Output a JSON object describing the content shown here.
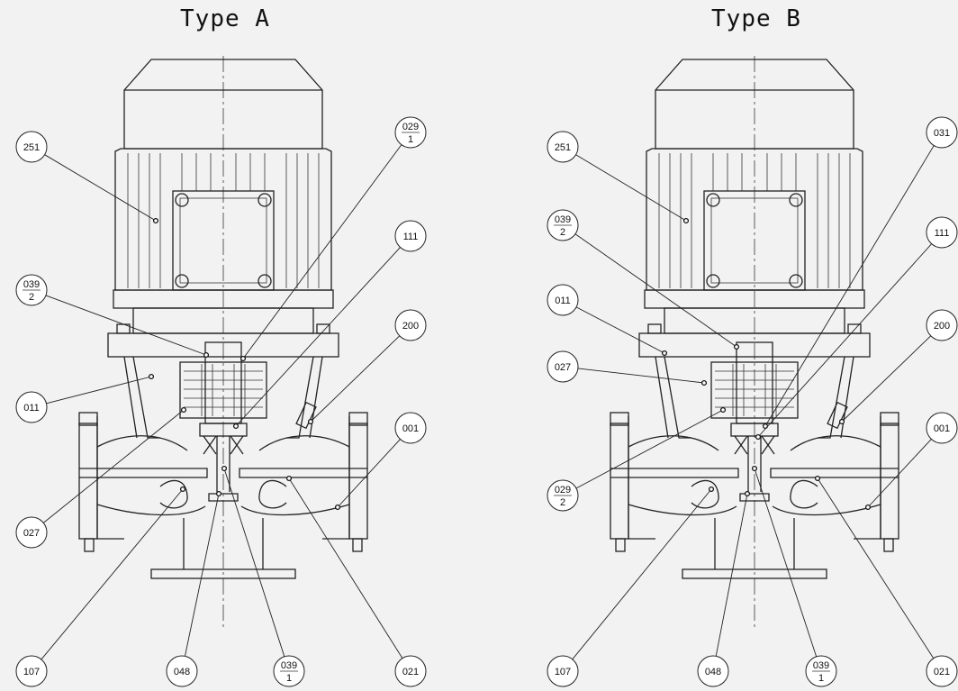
{
  "titles": {
    "type_a": "Type A",
    "type_b": "Type B"
  },
  "type_a": {
    "callouts": [
      {
        "key": "251",
        "label": "251"
      },
      {
        "key": "029-1",
        "num": "029",
        "den": "1"
      },
      {
        "key": "111",
        "label": "111"
      },
      {
        "key": "039-2",
        "num": "039",
        "den": "2"
      },
      {
        "key": "200",
        "label": "200"
      },
      {
        "key": "011",
        "label": "011"
      },
      {
        "key": "001",
        "label": "001"
      },
      {
        "key": "027",
        "label": "027"
      },
      {
        "key": "107",
        "label": "107"
      },
      {
        "key": "048",
        "label": "048"
      },
      {
        "key": "039-1",
        "num": "039",
        "den": "1"
      },
      {
        "key": "021",
        "label": "021"
      }
    ]
  },
  "type_b": {
    "callouts": [
      {
        "key": "251",
        "label": "251"
      },
      {
        "key": "031",
        "label": "031"
      },
      {
        "key": "039-2",
        "num": "039",
        "den": "2"
      },
      {
        "key": "111",
        "label": "111"
      },
      {
        "key": "011",
        "label": "011"
      },
      {
        "key": "200",
        "label": "200"
      },
      {
        "key": "027",
        "label": "027"
      },
      {
        "key": "001",
        "label": "001"
      },
      {
        "key": "029-2",
        "num": "029",
        "den": "2"
      },
      {
        "key": "107",
        "label": "107"
      },
      {
        "key": "048",
        "label": "048"
      },
      {
        "key": "039-1",
        "num": "039",
        "den": "1"
      },
      {
        "key": "021",
        "label": "021"
      }
    ]
  }
}
